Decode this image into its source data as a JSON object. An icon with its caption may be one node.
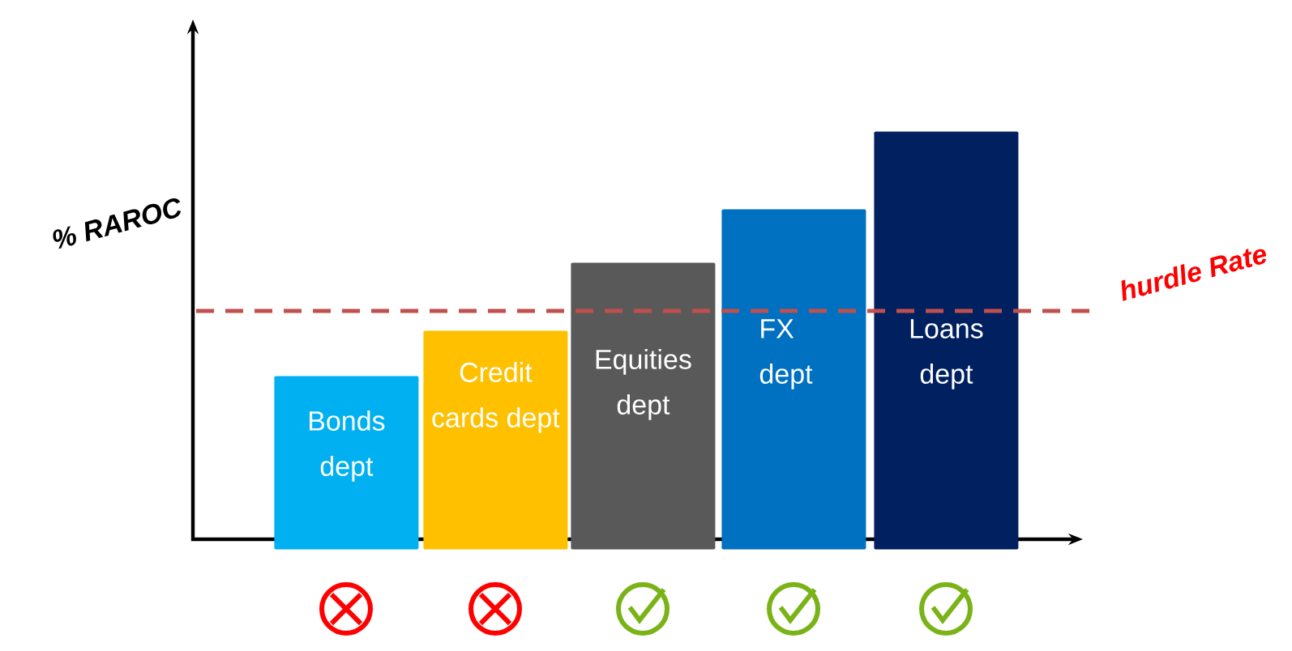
{
  "diagram": {
    "nodes": [
      {
        "text": [
          "Bonds dept"
        ]
      },
      {
        "text": [
          "Credit cards dept"
        ]
      },
      {
        "text": [
          "Equities dept"
        ]
      },
      {
        "text": [
          "FX dept"
        ]
      },
      {
        "text": [
          "Loans dept"
        ]
      }
    ],
    "labels": [
      "% RAROC",
      "hurdle Rate"
    ]
  }
}
